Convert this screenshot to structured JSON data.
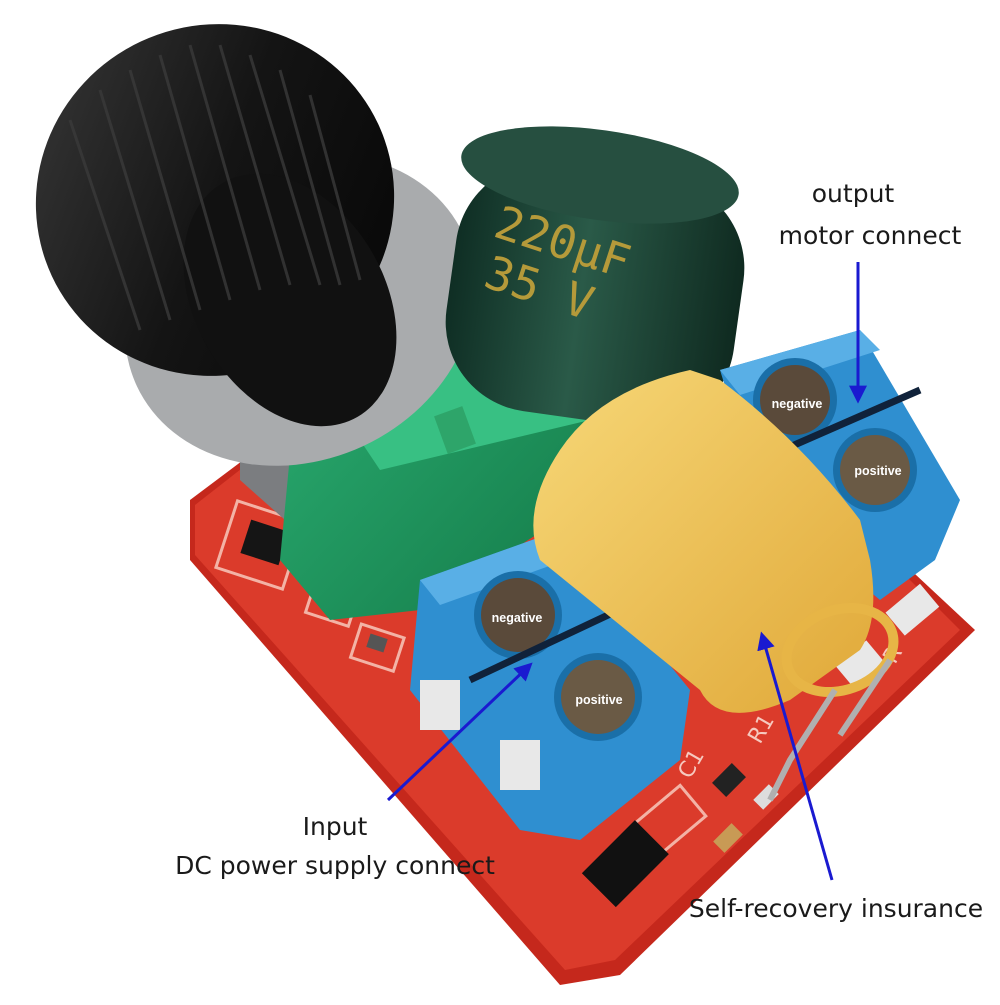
{
  "capacitor": {
    "capacitance": "220µF",
    "voltage": "35 V"
  },
  "terminals": {
    "input_negative": "negative",
    "input_positive": "positive",
    "output_negative": "negative",
    "output_positive": "positive"
  },
  "annotations": {
    "output_line1": "output",
    "output_line2": "motor connect",
    "input_line1": "Input",
    "input_line2": "DC power supply connect",
    "fuse": "Self-recovery insurance"
  },
  "colors": {
    "pcb": "#d93a2c",
    "terminal_block": "#2f8fd0",
    "knob": "#1b1b1b",
    "potentiometer": "#1f9a60",
    "capacitor": "#1f4a3a",
    "fuse": "#f0c050",
    "arrow": "#1a1ad0"
  }
}
